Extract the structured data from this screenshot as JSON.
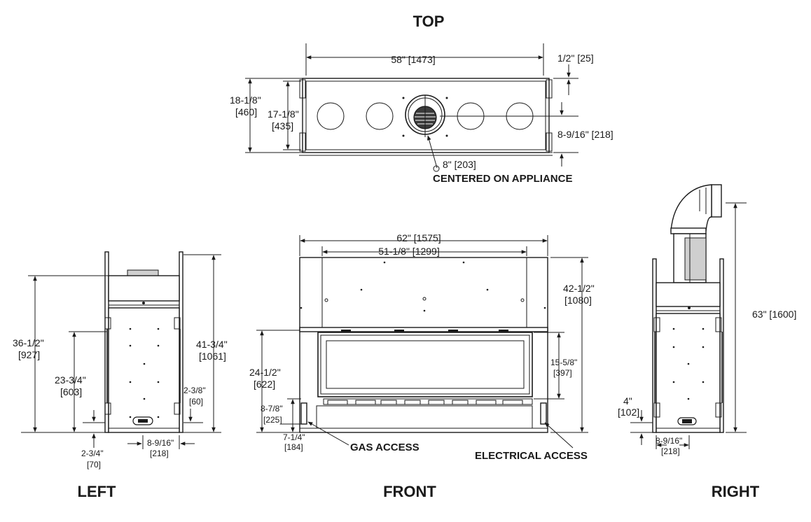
{
  "views": {
    "top": "TOP",
    "left": "LEFT",
    "front": "FRONT",
    "right": "RIGHT"
  },
  "top_view": {
    "width": "58\" [1473]",
    "offset": "1/2\" [25]",
    "depth_outer_in": "18-1/8\"",
    "depth_outer_mm": "[460]",
    "depth_inner_in": "17-1/8\"",
    "depth_inner_mm": "[435]",
    "vent_offset": "8-9/16\" [218]",
    "vent_size": "8\" [203]",
    "vent_note": "CENTERED ON APPLIANCE"
  },
  "left_view": {
    "overall_in": "36-1/2\"",
    "overall_mm": "[927]",
    "body_in": "23-3/4\"",
    "body_mm": "[603]",
    "total_in": "41-3/4\"",
    "total_mm": "[1061]",
    "side_in": "2-3/8\"",
    "side_mm": "[60]",
    "base_in": "2-3/4\"",
    "base_mm": "[70]",
    "depth_in": "8-9/16\"",
    "depth_mm": "[218]"
  },
  "front_view": {
    "overall_width": "62\" [1575]",
    "inner_width": "51-1/8\" [1299]",
    "height_in": "42-1/2\"",
    "height_mm": "[1080]",
    "opening_in": "24-1/2\"",
    "opening_mm": "[622]",
    "glass_in": "15-5/8\"",
    "glass_mm": "[397]",
    "lower_in": "8-7/8\"",
    "lower_mm": "[225]",
    "gas_in": "7-1/4\"",
    "gas_mm": "[184]",
    "gas_label": "GAS ACCESS",
    "electrical_label": "ELECTRICAL ACCESS"
  },
  "right_view": {
    "height_in": "63\" [1600]",
    "base_in": "4\"",
    "base_mm": "[102]",
    "depth_in": "8-9/16\"",
    "depth_mm": "[218]"
  }
}
